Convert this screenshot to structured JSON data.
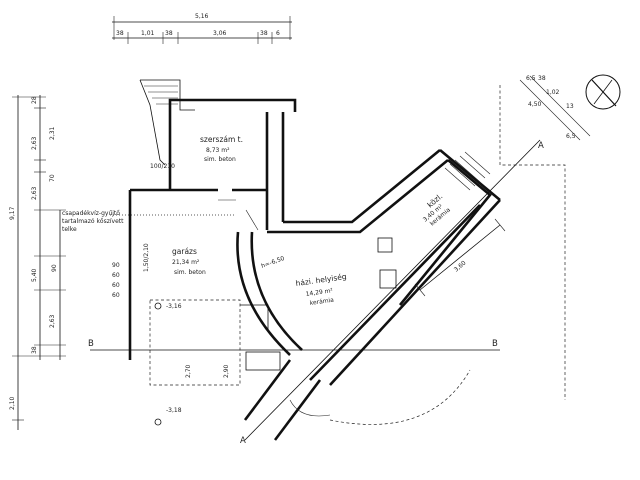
{
  "rooms": {
    "tool": {
      "name": "szerszám t.",
      "area": "8,73 m²",
      "floor": "sim. beton"
    },
    "garage": {
      "name": "garázs",
      "area": "21,34 m²",
      "floor": "sim. beton"
    },
    "hall": {
      "name": "házi. helyiség",
      "area": "14,29 m²",
      "floor": "kerámia"
    },
    "passage": {
      "name": "közl.",
      "area": "3,40 m²",
      "floor": "kerámia"
    }
  },
  "dims_top": {
    "overall": "5,16",
    "seg": [
      "38",
      "1,01",
      "38",
      "3,06",
      "38",
      "6"
    ]
  },
  "dims_left": {
    "overall": "9,17",
    "col2": [
      "28",
      "2,63",
      "2,31",
      "70",
      "2,63",
      "90",
      "5,40",
      "2,63",
      "38"
    ],
    "bottom": "2,10"
  },
  "dims_right": [
    "6,5",
    "38",
    "1,02",
    "4,50",
    "13",
    "6,5"
  ],
  "dims_misc": {
    "garage_vert": [
      "90",
      "60",
      "60",
      "60"
    ],
    "door_a": "100/210",
    "door_b": "1,50/2,10",
    "level1": "-3,16",
    "level2": "-3,18",
    "hall_level": "h=-6,50",
    "stair_len": "3,60",
    "small1": "2,70",
    "small2": "2,90"
  },
  "note": {
    "line1": "csapadékvíz-gyűjtő",
    "line2": "tartalmazó kőszívett",
    "line3": "telke"
  },
  "section_marks": {
    "a": "A",
    "b": "B"
  },
  "icons": [
    "north-arrow-icon"
  ]
}
